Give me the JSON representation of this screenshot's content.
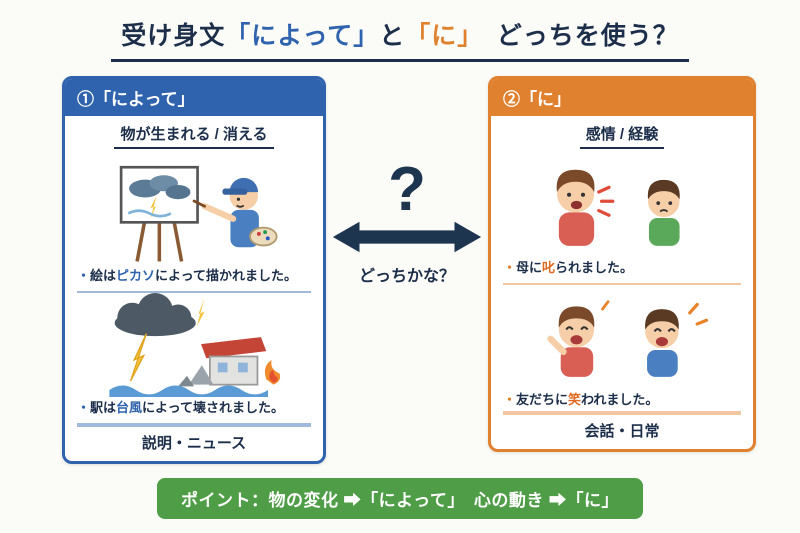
{
  "colors": {
    "blue": "#2f63ad",
    "orange": "#e0812f",
    "navy": "#1c2e4a",
    "green": "#4f9e47"
  },
  "title": {
    "prefix": "受け身文",
    "quote_niyotte": "「によって」",
    "middle": "と",
    "quote_ni": "「に」",
    "suffix": "　どっちを使う？"
  },
  "left_panel": {
    "header": "①「によって」",
    "subtitle": "物が生まれる / 消える",
    "examples": [
      {
        "bullet": "・",
        "pre": "絵は",
        "highlight": "ピカソ",
        "post": "によって描かれました。"
      },
      {
        "bullet": "・",
        "pre": "駅は",
        "highlight": "台風",
        "post": "によって壊されました。"
      }
    ],
    "footer": "説明・ニュース"
  },
  "right_panel": {
    "header": "②「に」",
    "subtitle": "感情 / 経験",
    "examples": [
      {
        "bullet": "・",
        "pre": "母に",
        "highlight": "叱",
        "post": "られました。"
      },
      {
        "bullet": "・",
        "pre": "友だちに",
        "highlight": "笑",
        "post": "われました。"
      }
    ],
    "footer": "会話・日常"
  },
  "center": {
    "question_mark": "?",
    "caption": "どっちかな？"
  },
  "banner": {
    "text": "ポイント：物の変化 ➡「によって」　心の動き ➡「に」"
  },
  "illustrations": {
    "painting_scene": "painter-at-easel-painting-storm",
    "typhoon_scene": "typhoon-destroying-station",
    "scolding_scene": "mother-scolding-boy",
    "laughing_scene": "friends-laughing"
  }
}
